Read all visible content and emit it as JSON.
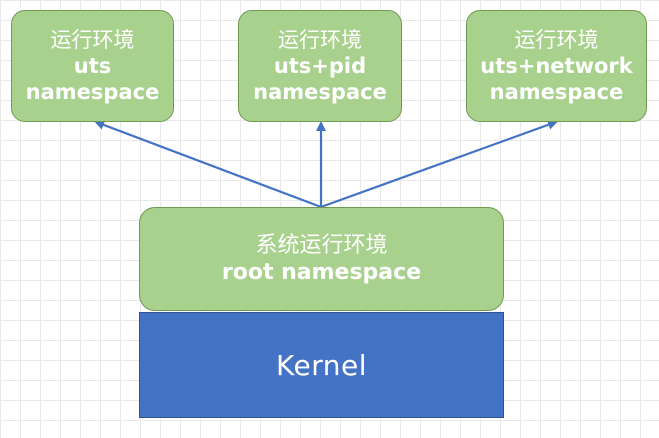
{
  "diagram": {
    "environments": [
      {
        "title": "运行环境",
        "ns_name": "uts",
        "ns_label": "namespace"
      },
      {
        "title": "运行环境",
        "ns_name": "uts+pid",
        "ns_label": "namespace"
      },
      {
        "title": "运行环境",
        "ns_name": "uts+network",
        "ns_label": "namespace"
      }
    ],
    "system_env": {
      "title": "系统运行环境",
      "ns_label": "root namespace"
    },
    "kernel": {
      "label": "Kernel"
    },
    "colors": {
      "env_fill": "#a9d18e",
      "env_border": "#6f9a52",
      "kernel_fill": "#4472c4",
      "arrow": "#4472c4",
      "text": "#ffffff"
    }
  }
}
